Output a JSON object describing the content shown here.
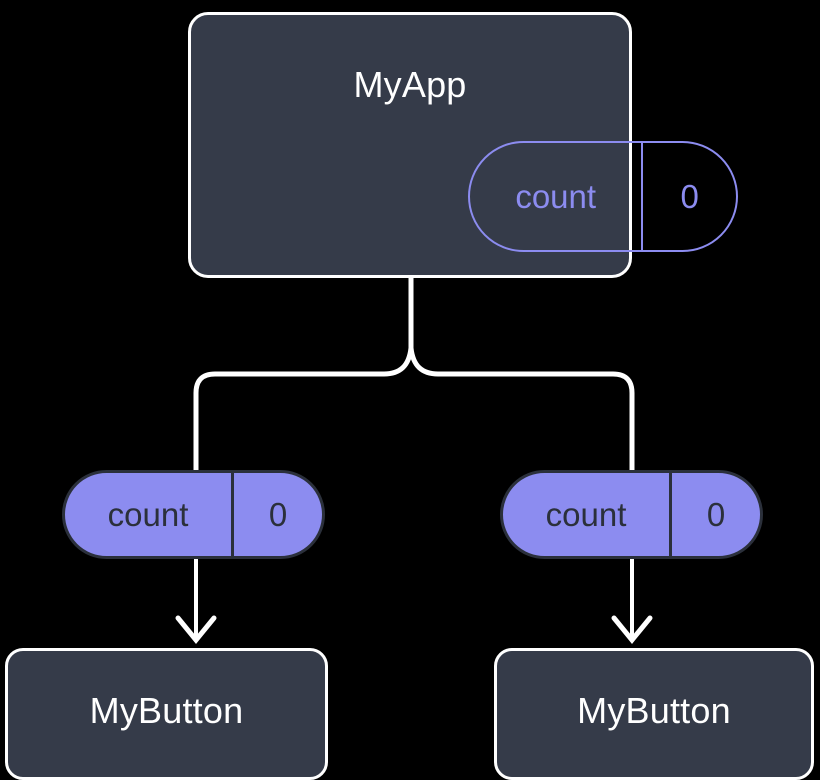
{
  "diagram": {
    "type": "component-tree",
    "background_color": "#000000",
    "palette": {
      "widget_fill": "#353B49",
      "widget_border": "#FFFFFF",
      "widget_text": "#FFFFFF",
      "accent": "#8C8CF0",
      "pill_dark_text": "#2B303B",
      "connector": "#FFFFFF"
    },
    "root": {
      "title": "MyApp",
      "state": {
        "key": "count",
        "value": "0"
      }
    },
    "children": [
      {
        "prop": {
          "key": "count",
          "value": "0"
        },
        "title": "MyButton"
      },
      {
        "prop": {
          "key": "count",
          "value": "0"
        },
        "title": "MyButton"
      }
    ]
  }
}
